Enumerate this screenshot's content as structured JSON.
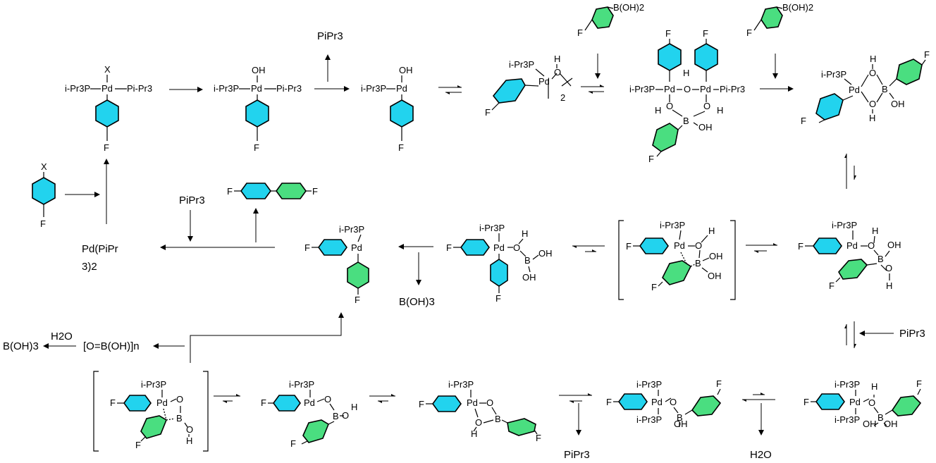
{
  "labels": {
    "x": "X",
    "f": "F",
    "oh": "OH",
    "h": "H",
    "o": "O",
    "b": "B",
    "pd": "Pd",
    "two": "2",
    "ipr3p": "i-Pr3P",
    "pipr3": "Pi-Pr3",
    "pipr3_reagent": "PiPr3",
    "pd_reagent": "Pd(PiPr",
    "pd_reagent_sub": "3)2",
    "boronic_acid": "B(OH)2",
    "boric_acid": "B(OH)3",
    "water": "H2O",
    "metaborate": "[O=B(OH)]n"
  },
  "colors": {
    "first_aryl": "#22d3ee",
    "second_aryl": "#4ade80"
  }
}
